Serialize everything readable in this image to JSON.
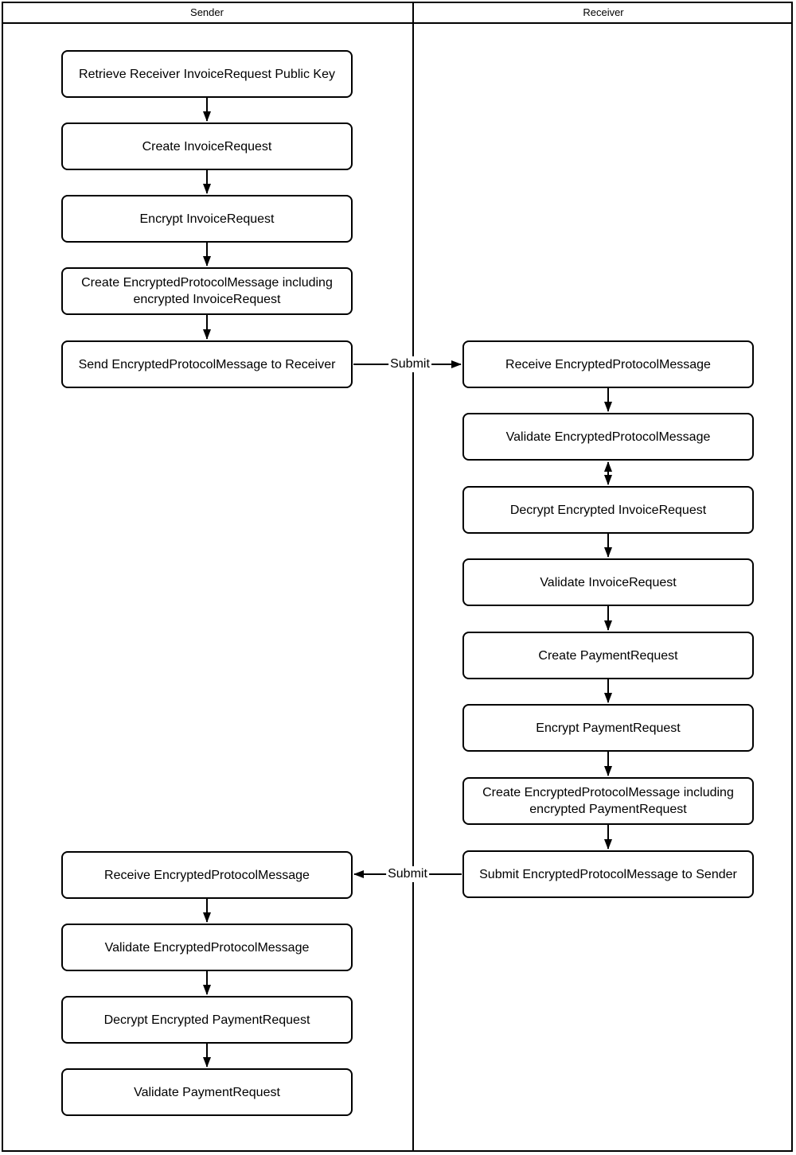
{
  "header": {
    "lanes": [
      {
        "label": "Sender"
      },
      {
        "label": "Receiver"
      }
    ]
  },
  "sender_steps": [
    "Retrieve Receiver InvoiceRequest Public Key",
    "Create InvoiceRequest",
    "Encrypt InvoiceRequest",
    "Create EncryptedProtocolMessage including encrypted InvoiceRequest",
    "Send EncryptedProtocolMessage to Receiver",
    "Receive EncryptedProtocolMessage",
    "Validate EncryptedProtocolMessage",
    "Decrypt Encrypted PaymentRequest",
    "Validate PaymentRequest"
  ],
  "receiver_steps": [
    "Receive EncryptedProtocolMessage",
    "Validate EncryptedProtocolMessage",
    "Decrypt Encrypted InvoiceRequest",
    "Validate InvoiceRequest",
    "Create PaymentRequest",
    "Encrypt PaymentRequest",
    "Create EncryptedProtocolMessage including encrypted PaymentRequest",
    "Submit EncryptedProtocolMessage to Sender"
  ],
  "messages": {
    "submit_to_receiver_label": "Submit",
    "submit_to_sender_label": "Submit"
  },
  "colors": {
    "stroke": "#000000",
    "background": "#ffffff"
  }
}
